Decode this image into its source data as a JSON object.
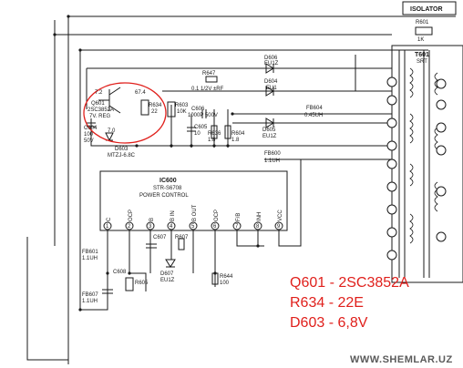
{
  "components": {
    "isolator": "ISOLATOR",
    "r601": "R601",
    "r601_val": "1K",
    "t601": "T601",
    "t601_sub": "SRT",
    "q601": "Q601",
    "q601_part": "2SC3852A",
    "q601_role": "7V. REG",
    "v_base": "7.2",
    "v_col": "67.4",
    "v_emit": "7.0",
    "r647": "R647",
    "r647_val": "0.1 1/2V ±RF",
    "d606": "D606",
    "d606_part": "EU1Z",
    "d604": "D604",
    "d604_part": "EU1",
    "r634": "R634",
    "r634_val": "22",
    "r603": "R603",
    "r603_val": "10K",
    "c606": "C606",
    "c606_val": "1000P 500V",
    "fb604": "FB604",
    "fb604_val": "0.45UH",
    "c604": "C604",
    "c604_val": "100",
    "c604_v": "50V",
    "c605": "C605",
    "c605_val": "10",
    "r636": "R636",
    "r636_val": "1.8",
    "r604": "R604",
    "r604_val": "1.8",
    "d605": "D605",
    "d605_part": "EU1Z",
    "d603": "D603",
    "d603_part": "MTZJ-6.8C",
    "fb600": "FB600",
    "fb600_val": "1.1UH",
    "ic": "IC600",
    "ic_part": "STR-S6708",
    "ic_role": "POWER CONTROL",
    "pins": [
      "C",
      "OCP",
      "B",
      "B IN",
      "B OUT",
      "OCP",
      "F/B",
      "INH",
      "VCC"
    ],
    "pin_nums": [
      "1",
      "2",
      "3",
      "4",
      "5",
      "6",
      "7",
      "8",
      "9"
    ],
    "fb601": "FB601",
    "fb601_val": "1.1UH",
    "fb607": "FB607",
    "fb607_val": "1.1UH",
    "c608": "C608",
    "d607": "D607",
    "d607_part": "EU1Z",
    "r605": "R605",
    "r644": "R644",
    "r644_val": "100",
    "c607": "C607",
    "r607": "R607",
    "annotations": [
      "Q601 - 2SC3852A",
      "R634 - 22E",
      "D603 - 6,8V"
    ],
    "watermark": "WWW.SHEMLAR.UZ",
    "colors": {
      "ink": "#1a1a1a",
      "highlight": "#e0201c",
      "watermark": "#5a5a5a",
      "paper": "#ffffff"
    }
  }
}
